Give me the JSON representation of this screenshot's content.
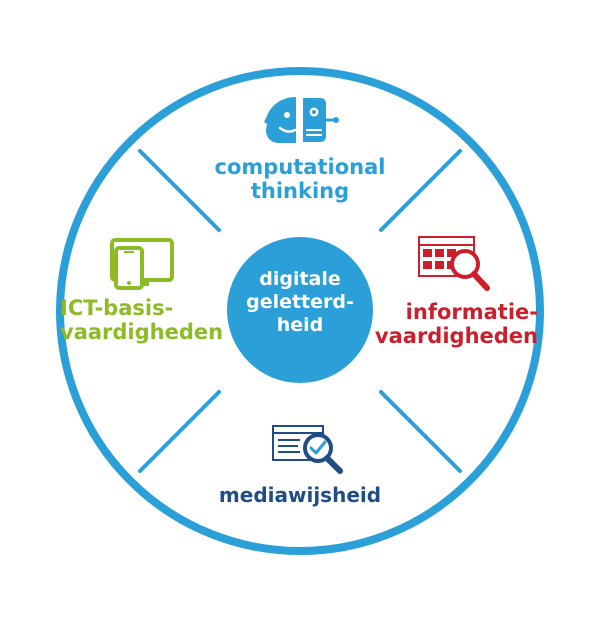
{
  "colors": {
    "ring": "#2a9fd8",
    "center_fill": "#2a9fd8",
    "center_text": "#ffffff",
    "computational": "#2a9fd8",
    "ict": "#8dbb25",
    "informatie": "#cc1f2b",
    "media": "#1f4d86"
  },
  "icons": {
    "computational": "robot-face-icon",
    "ict": "tablet-phone-icon",
    "informatie": "table-magnifier-icon",
    "media": "document-check-magnifier-icon"
  },
  "center": {
    "line1": "digitale",
    "line2": "geletterd-",
    "line3": "heid"
  },
  "sections": {
    "computational": {
      "line1": "computational",
      "line2": "thinking"
    },
    "ict": {
      "line1": "ICT-basis-",
      "line2": "vaardigheden"
    },
    "informatie": {
      "line1": "informatie-",
      "line2": "vaardigheden"
    },
    "media": {
      "line1": "mediawijsheid"
    }
  }
}
